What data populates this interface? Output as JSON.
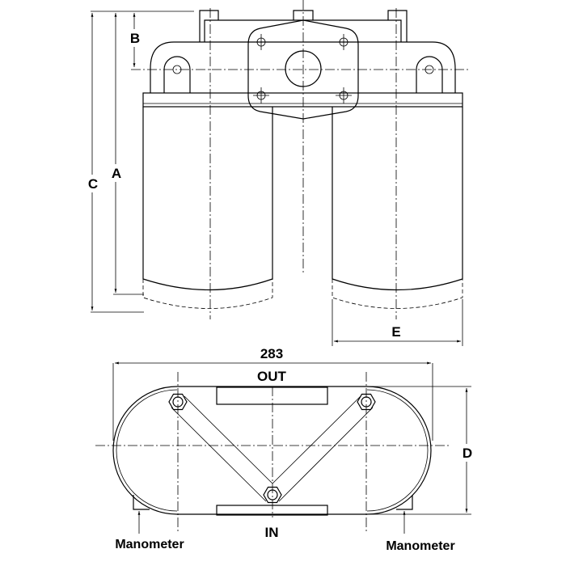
{
  "title": "Duplex filter dimensional drawing",
  "side_view": {
    "dim_labels": {
      "a": "A",
      "b": "B",
      "c": "C",
      "e": "E"
    }
  },
  "top_view": {
    "width_value": "283",
    "dim_d": "D",
    "outlet_label": "OUT",
    "inlet_label": "IN",
    "manometer_left": "Manometer",
    "manometer_right": "Manometer"
  }
}
